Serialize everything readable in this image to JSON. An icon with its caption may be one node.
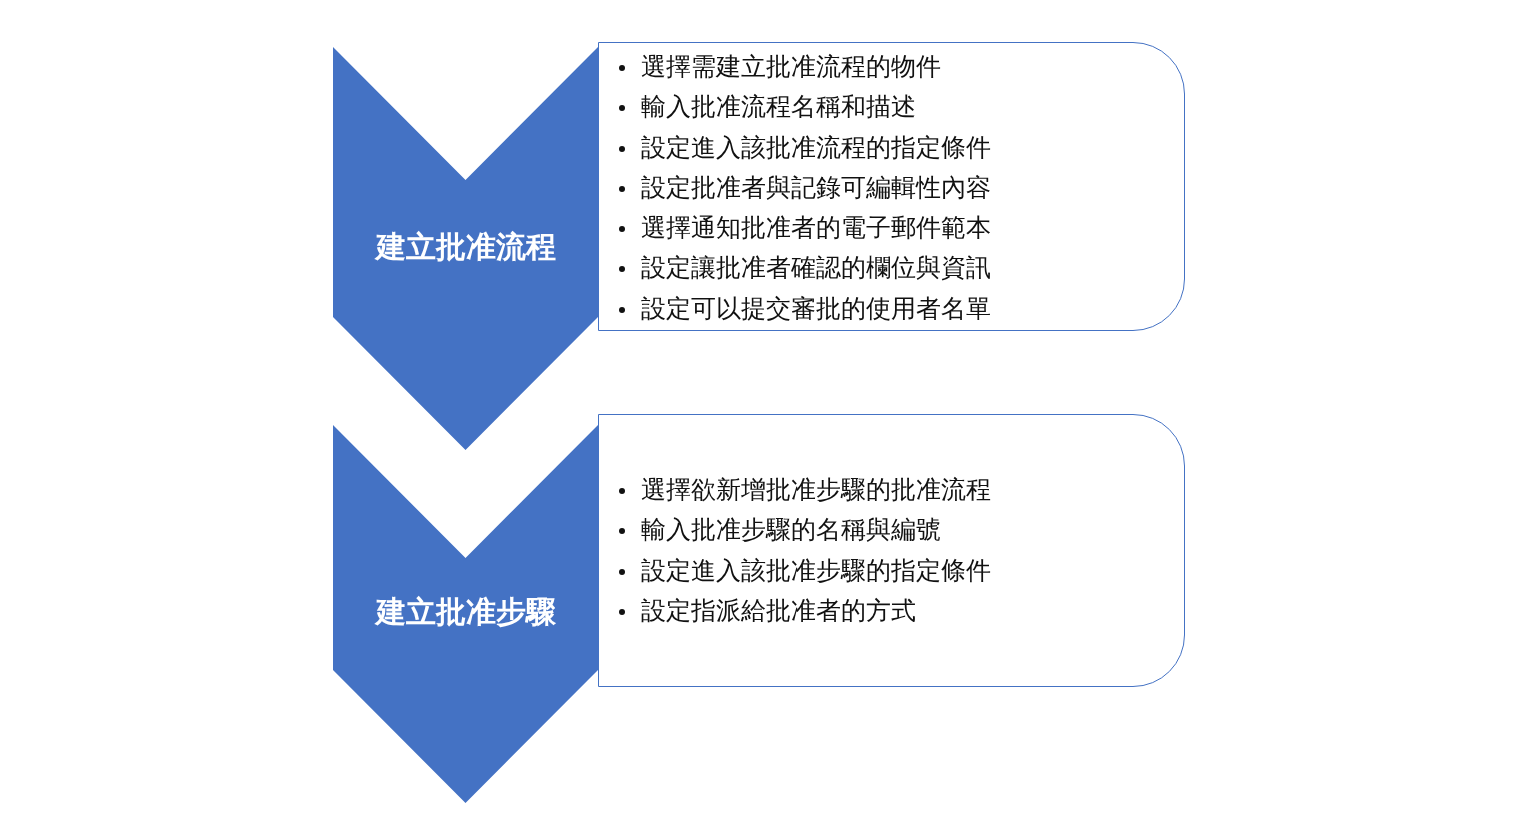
{
  "diagram": {
    "nodes": [
      {
        "text": [
          "建立批准流程"
        ]
      },
      {
        "text": [
          "選擇需建立批准流程的物件",
          "輸入批准流程名稱和描述",
          "設定進入該批准流程的指定條件",
          "設定批准者與記錄可編輯性內容",
          "選擇通知批准者的電子郵件範本",
          "設定讓批准者確認的欄位與資訊",
          "設定可以提交審批的使用者名單"
        ]
      },
      {
        "text": [
          "建立批准步驟"
        ]
      },
      {
        "text": [
          "選擇欲新增批准步驟的批准流程",
          "輸入批准步驟的名稱與編號",
          "設定進入該批准步驟的指定條件",
          "設定指派給批准者的方式"
        ]
      }
    ]
  }
}
